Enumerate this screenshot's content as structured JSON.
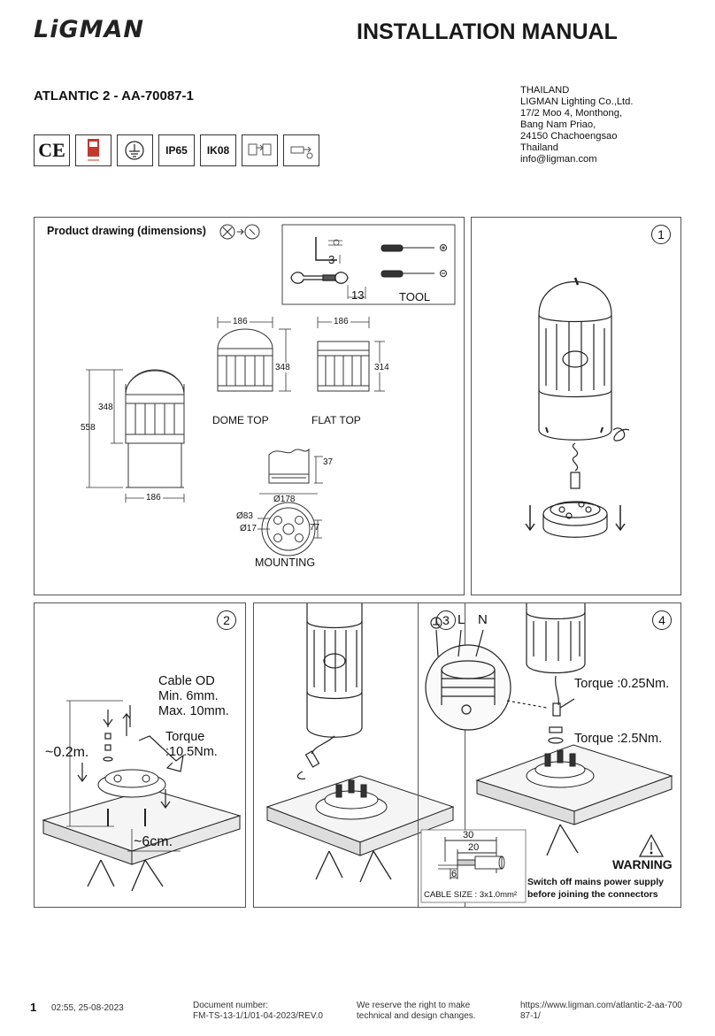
{
  "header": {
    "logo_text": "LiGMAN",
    "doc_title": "INSTALLATION MANUAL",
    "product_title": "ATLANTIC 2 - AA-70087-1"
  },
  "address": [
    "THAILAND",
    "LIGMAN Lighting Co.,Ltd.",
    "17/2 Moo 4, Monthong,",
    "Bang Nam Priao,",
    "24150 Chachoengsao",
    "Thailand",
    "info@ligman.com"
  ],
  "badges": {
    "ce": "CE",
    "ip": "IP65",
    "ik": "IK08"
  },
  "panel_drawing": {
    "title": "Product drawing (dimensions)",
    "tool_label": "TOOL",
    "hex_size": "3",
    "wrench_size": "13",
    "overall_height": "558",
    "head_height": "348",
    "base_width": "186",
    "dome_width": "186",
    "dome_height": "348",
    "dome_label": "DOME TOP",
    "flat_width": "186",
    "flat_height": "314",
    "flat_label": "FLAT TOP",
    "mount_height": "37",
    "mount_dia": "Ø178",
    "mount_hole_dia": "Ø83",
    "mount_small_hole": "Ø17",
    "mount_offset": "77",
    "mounting_label": "MOUNTING"
  },
  "steps": {
    "s1": "1",
    "s2": "2",
    "s3": "3",
    "s4": "4"
  },
  "step2": {
    "cable_od": "Cable OD",
    "cable_min": "Min. 6mm.",
    "cable_max": "Max. 10mm.",
    "torque": "Torque",
    "torque_val": ":10.5Nm.",
    "depth": "~0.2m.",
    "anchor": "~6cm."
  },
  "step4": {
    "l": "L",
    "n": "N",
    "torque1": "Torque :0.25Nm.",
    "torque2": "Torque :2.5Nm.",
    "strip30": "30",
    "strip20": "20",
    "strip6": "6",
    "cable_size": "CABLE SIZE : 3x1.0mm²",
    "warning_title": "WARNING",
    "warning_1": "Switch off mains power supply",
    "warning_2": "before joining the connectors"
  },
  "footer": {
    "page": "1",
    "timestamp": "02:55, 25-08-2023",
    "docnum_label": "Document number:",
    "docnum": "FM-TS-13-1/1/01-04-2023/REV.0",
    "reserve_1": "We reserve the right to make",
    "reserve_2": "technical and design changes.",
    "url_1": "https://www.ligman.com/atlantic-2-aa-700",
    "url_2": "87-1/"
  }
}
